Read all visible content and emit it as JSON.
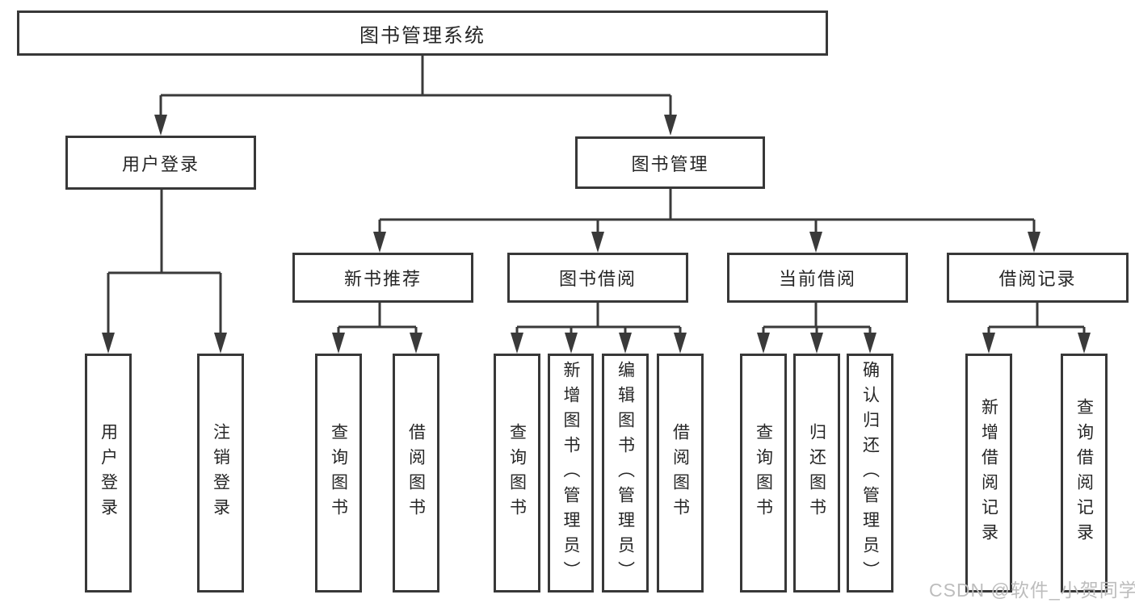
{
  "diagram": {
    "tree": {
      "label": "图书管理系统",
      "children": [
        {
          "label": "用户登录",
          "children": [
            {
              "label": "用户登录"
            },
            {
              "label": "注销登录"
            }
          ]
        },
        {
          "label": "图书管理",
          "children": [
            {
              "label": "新书推荐",
              "children": [
                {
                  "label": "查询图书"
                },
                {
                  "label": "借阅图书"
                }
              ]
            },
            {
              "label": "图书借阅",
              "children": [
                {
                  "label": "查询图书"
                },
                {
                  "label": "新增图书（管理员）"
                },
                {
                  "label": "编辑图书（管理员）"
                },
                {
                  "label": "借阅图书"
                }
              ]
            },
            {
              "label": "当前借阅",
              "children": [
                {
                  "label": "查询图书"
                },
                {
                  "label": "归还图书"
                },
                {
                  "label": "确认归还（管理员）"
                }
              ]
            },
            {
              "label": "借阅记录",
              "children": [
                {
                  "label": "新增借阅记录"
                },
                {
                  "label": "查询借阅记录"
                }
              ]
            }
          ]
        }
      ]
    }
  },
  "watermark": "CSDN @软件_小贺同学",
  "colors": {
    "line": "#3a3a3a",
    "border": "#383838",
    "text": "#262626",
    "watermark": "#bdbdbd",
    "background": "#ffffff"
  }
}
